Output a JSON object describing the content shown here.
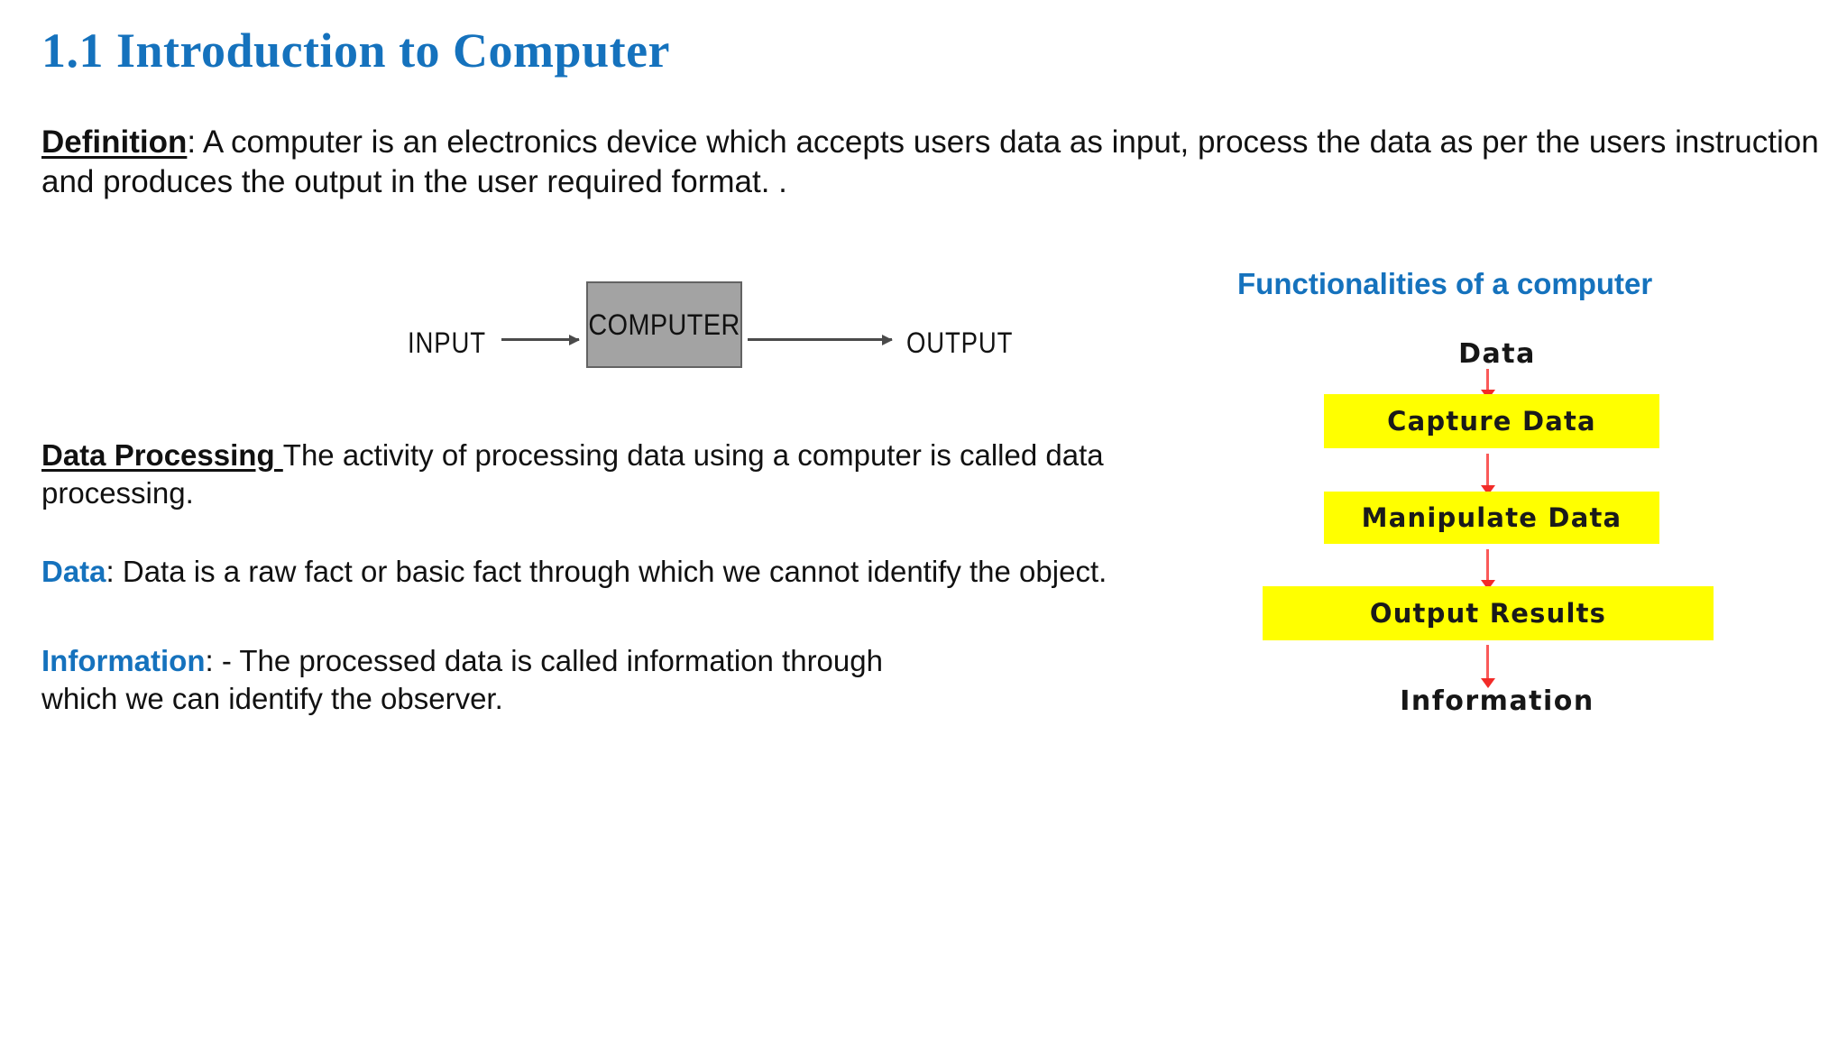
{
  "slide": {
    "title": "1.1 Introduction to Computer",
    "accent_blue": "#1572bd",
    "highlight_yellow": "#ffff00",
    "arrow_red": "#fa5a59",
    "box_gray": "#a3a3a3"
  },
  "definition": {
    "term": "Definition",
    "separator": ": ",
    "body": "A computer is an electronics device which accepts users data as input, process the data as per the users instruction and produces the output in the user required format. ."
  },
  "io_diagram": {
    "input_label": "INPUT",
    "box_label": "COMPUTER",
    "output_label": "OUTPUT",
    "arrow_1_name": "input-to-computer-arrow",
    "arrow_2_name": "computer-to-output-arrow"
  },
  "functionalities": {
    "heading": "Functionalities of a computer",
    "start_label": "Data",
    "end_label": "Information",
    "steps": [
      "Capture Data",
      "Manipulate Data",
      "Output Results"
    ]
  },
  "data_processing": {
    "term": "Data Processing ",
    "body": "The activity of processing data using a computer is called data processing."
  },
  "data": {
    "term": "Data",
    "separator": ": ",
    "body": "Data is a raw fact or basic fact through which we cannot identify the object."
  },
  "information": {
    "term": "Information",
    "separator": ": - ",
    "body": "The processed data is called information through",
    "body_last_line": "which we can identify the observer."
  }
}
